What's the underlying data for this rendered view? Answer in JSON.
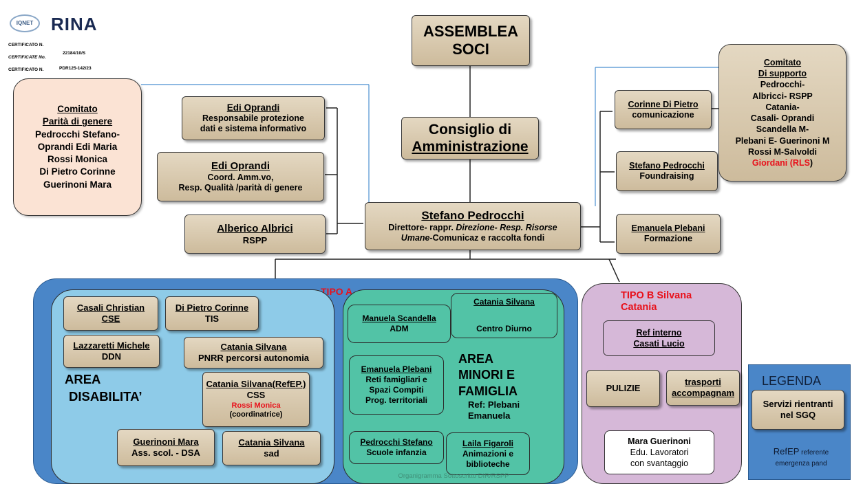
{
  "header": {
    "iqnet": "IQNET",
    "rina": "RINA",
    "certs": [
      {
        "label": "CERTIFICATO N.",
        "value": ""
      },
      {
        "label": "CERTIFICATE No.",
        "value": "22184/10/S"
      },
      {
        "label": "CERTIFICATO N.",
        "value": "PDR125-142/23"
      }
    ]
  },
  "assemblea": {
    "line1": "ASSEMBLEA",
    "line2": "SOCI"
  },
  "consiglio": {
    "line1": "Consiglio di",
    "line2": "Amministrazione"
  },
  "direttore": {
    "name": "Stefano Pedrocchi",
    "l2_a": "Direttore- rappr. ",
    "l2_b": "Direzione- Resp. Risorse",
    "l3_a": "Umane",
    "l3_b": "-Comunicaz e raccolta fondi"
  },
  "comitato_genere": {
    "title1": "Comitato",
    "title2": "Parità di genere",
    "members": [
      "Pedrocchi Stefano-",
      "Oprandi Edi Maria",
      "Rossi Monica",
      "Di Pietro Corinne",
      "Guerinoni Mara"
    ]
  },
  "staff": {
    "privacy": {
      "name": "Edi Oprandi",
      "l1": "Responsabile protezione",
      "l2": "dati e sistema informativo"
    },
    "qualita": {
      "name": "Edi Oprandi",
      "l1": "Coord. Amm.vo,",
      "l2": "Resp. Qualità /parità di genere"
    },
    "rspp": {
      "name": "Alberico Albrici",
      "l1": "RSPP"
    },
    "comunicazione": {
      "name": "Corinne Di Pietro",
      "l1": "comunicazione"
    },
    "fundraising": {
      "name": "Stefano Pedrocchi",
      "l1": "Foundraising"
    },
    "formazione": {
      "name": "Emanuela Plebani",
      "l1": "Formazione"
    }
  },
  "comitato_supporto": {
    "title1": "Comitato",
    "title2": "Di supporto",
    "lines": [
      "Pedrocchi-",
      "Albricci- RSPP",
      "Catania-",
      "Casali- Oprandi",
      "Scandella M-",
      "Plebani E- Guerinoni M",
      "Rossi M-Salvoldi"
    ],
    "rls_name": "Giordani (RLS",
    "rls_close": ")"
  },
  "tipo_a": {
    "label": "TIPO A",
    "disabilita": {
      "area1": "AREA",
      "area2": "DISABILITA’",
      "boxes": {
        "casali": {
          "name": "Casali Christian",
          "l1": "CSE"
        },
        "dipietro": {
          "name": "Di Pietro Corinne",
          "l1": "TIS"
        },
        "lazzaretti": {
          "name": "Lazzaretti Michele",
          "l1": "DDN"
        },
        "pnrr": {
          "name": "Catania Silvana",
          "l1": "PNRR percorsi autonomia"
        },
        "css": {
          "name": "Catania Silvana(RefEP.)",
          "l1": "CSS",
          "l2": "Rossi Monica",
          "l3": "(coordinatrice)"
        },
        "guerinoni": {
          "name": "Guerinoni Mara",
          "l1": "Ass. scol. -  DSA"
        },
        "sad": {
          "name": "Catania Silvana",
          "l1": "sad"
        }
      }
    },
    "minori": {
      "area1": "AREA",
      "area2": "MINORI E",
      "area3": "FAMIGLIA",
      "ref1": "Ref: Plebani",
      "ref2": "Emanuela",
      "boxes": {
        "scandella": {
          "name": "Manuela Scandella",
          "l1": "ADM"
        },
        "centro": {
          "name": "Catania Silvana",
          "l1": "Centro Diurno"
        },
        "plebani": {
          "name": "Emanuela Plebani",
          "l1": "Reti famigliari e",
          "l2": "Spazi Compiti",
          "l3": "Prog. territoriali"
        },
        "pedrocchi": {
          "name": "Pedrocchi Stefano",
          "l1": "Scuole infanzia"
        },
        "figaroli": {
          "name": "Laila Figaroli",
          "l1": "Animazioni e",
          "l2": "biblioteche"
        }
      }
    },
    "watermark": "Organigramma Sottoscritto DIR/RSPP"
  },
  "tipo_b": {
    "label1": "TIPO B Silvana",
    "label2": "Catania",
    "ref": {
      "l1": "Ref interno",
      "l2": "Casati Lucio"
    },
    "pulizie": "PULIZIE",
    "trasporti": {
      "l1": "trasporti",
      "l2": "accompagnam"
    },
    "mara": {
      "name": "Mara Guerinoni",
      "l1": "Edu. Lavoratori",
      "l2": "con svantaggio"
    }
  },
  "legenda": {
    "title": "LEGENDA",
    "sample": {
      "l1": "Servizi rientranti",
      "l2": "nel SGQ"
    },
    "refep_a": "RefEP",
    "refep_b": " referente",
    "refep_c": "emergenza pand"
  },
  "colors": {
    "tan": "#d4c4a8",
    "blue_outer": "#4a86c8",
    "blue_inner": "#8ecbe8",
    "teal": "#52c3a6",
    "pink_light": "#fbe3d4",
    "lilac": "#d6b8d8",
    "red": "#e8101a"
  }
}
